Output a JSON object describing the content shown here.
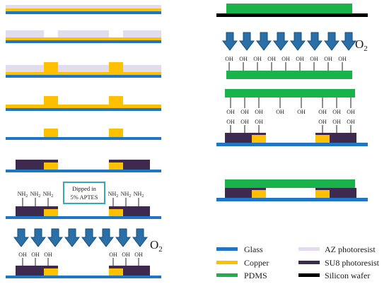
{
  "chemistry": {
    "amine": "NH",
    "amine_subscript": "2",
    "hydroxyl": "OH",
    "oxygen": "O",
    "oxygen_subscript": "2"
  },
  "callout": {
    "line1": "Dipped in",
    "line2": "5% APTES"
  },
  "legend": {
    "items": [
      {
        "label": "Glass",
        "color": "#1f77c4"
      },
      {
        "label": "Copper",
        "color": "#ffc000"
      },
      {
        "label": "PDMS",
        "color": "#19b24b"
      },
      {
        "label": "AZ photoresist",
        "color": "#e3dcee"
      },
      {
        "label": "SU8 photoresist",
        "color": "#3f2a4f"
      },
      {
        "label": "Silicon wafer",
        "color": "#000000"
      }
    ]
  },
  "colors": {
    "arrow_fill": "#2a6fa6",
    "arrow_stroke": "#174e7a",
    "callout_border": "#34a7c3"
  }
}
